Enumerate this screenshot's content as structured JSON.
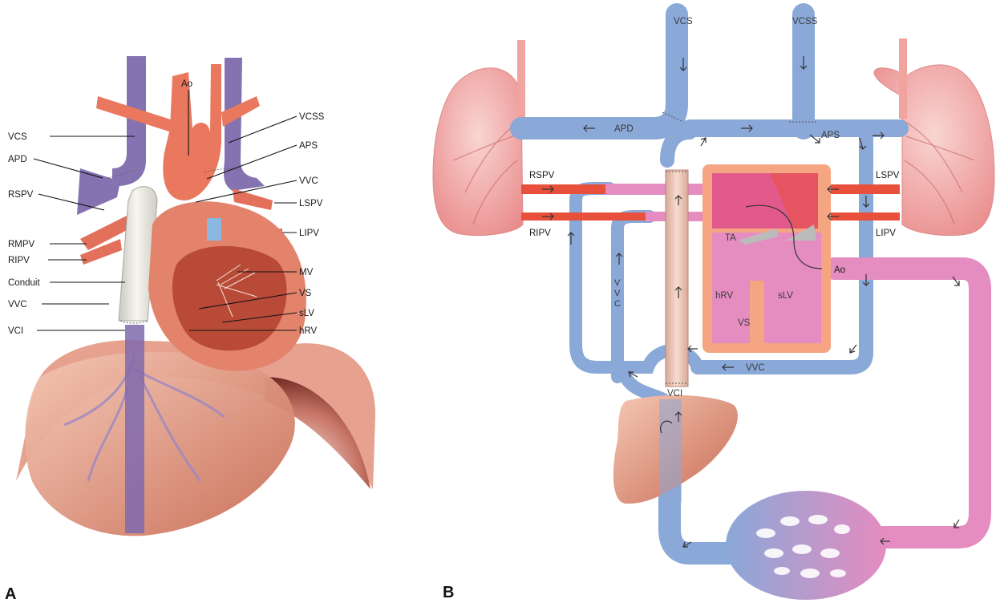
{
  "panels": {
    "a": "A",
    "b": "B"
  },
  "colors": {
    "vein_blue": "#8aa8d8",
    "vein_purple": "#8473b0",
    "artery_red": "#e8503c",
    "oxygenated_pink": "#e58cc0",
    "heart_salmon": "#e9907c",
    "lung_pink": "#f3b3b1",
    "liver_brown": "#d9826a",
    "conduit_white": "#ecebe4"
  },
  "figure_a": {
    "labels": {
      "ao": "Ao",
      "vcs": "VCS",
      "apd": "APD",
      "rspv": "RSPV",
      "rmpv": "RMPV",
      "ripv": "RIPV",
      "conduit": "Conduit",
      "vvc": "VVC",
      "vci": "VCI",
      "vcss": "VCSS",
      "aps": "APS",
      "vvc_right": "VVC",
      "lspv": "LSPV",
      "lipv": "LIPV",
      "mv": "MV",
      "vs": "VS",
      "slv": "sLV",
      "hrv": "hRV"
    }
  },
  "figure_b": {
    "labels": {
      "vcs": "VCS",
      "vcss": "VCSS",
      "apd": "APD",
      "aps": "APS",
      "rspv": "RSPV",
      "ripv": "RIPV",
      "lspv": "LSPV",
      "lipv": "LIPV",
      "ta": "TA",
      "ao": "Ao",
      "hrv": "hRV",
      "slv": "sLV",
      "vs": "VS",
      "vvc_vertical": "V\nV\nC",
      "vvc": "VVC",
      "vci": "VCI"
    }
  }
}
